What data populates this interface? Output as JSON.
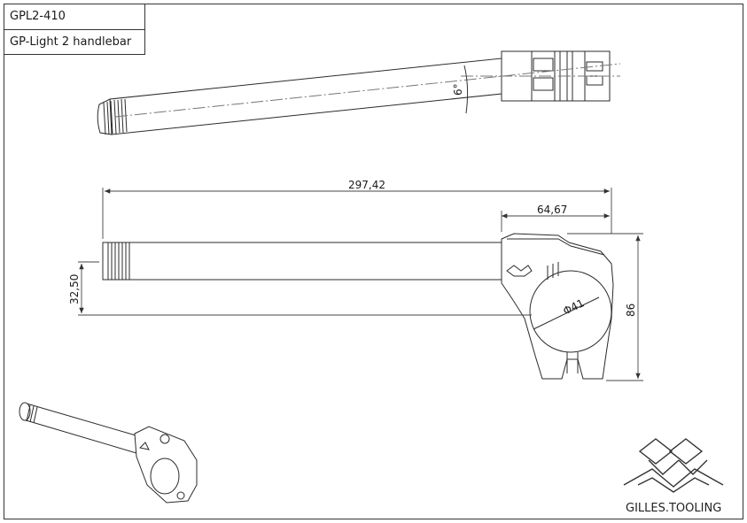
{
  "title_block": {
    "part_number": "GPL2-410",
    "description": "GP-Light 2 handlebar"
  },
  "dimensions": {
    "angle": "6°",
    "overall_length": "297,42",
    "clamp_width": "64,67",
    "offset": "32,50",
    "bore_diameter": "Φ41",
    "height": "86"
  },
  "logo": {
    "text": "GILLES.TOOLING"
  },
  "colors": {
    "line": "#2b2b2b",
    "dim_line": "#444444",
    "background": "#ffffff"
  }
}
